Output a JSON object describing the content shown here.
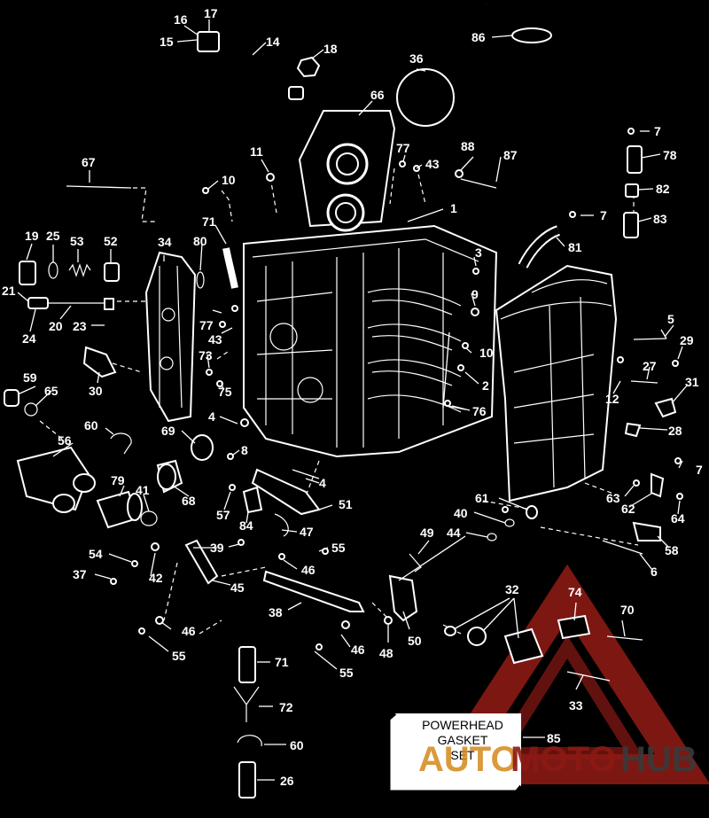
{
  "parts": [
    {
      "n": "1"
    },
    {
      "n": "2"
    },
    {
      "n": "3"
    },
    {
      "n": "4"
    },
    {
      "n": "4"
    },
    {
      "n": "5"
    },
    {
      "n": "6"
    },
    {
      "n": "7"
    },
    {
      "n": "7"
    },
    {
      "n": "7"
    },
    {
      "n": "8"
    },
    {
      "n": "9"
    },
    {
      "n": "10"
    },
    {
      "n": "10"
    },
    {
      "n": "11"
    },
    {
      "n": "12"
    },
    {
      "n": "14"
    },
    {
      "n": "15"
    },
    {
      "n": "16"
    },
    {
      "n": "17"
    },
    {
      "n": "18"
    },
    {
      "n": "19"
    },
    {
      "n": "20"
    },
    {
      "n": "21"
    },
    {
      "n": "23"
    },
    {
      "n": "24"
    },
    {
      "n": "25"
    },
    {
      "n": "26"
    },
    {
      "n": "27"
    },
    {
      "n": "28"
    },
    {
      "n": "29"
    },
    {
      "n": "30"
    },
    {
      "n": "31"
    },
    {
      "n": "32"
    },
    {
      "n": "33"
    },
    {
      "n": "34"
    },
    {
      "n": "36"
    },
    {
      "n": "37"
    },
    {
      "n": "38"
    },
    {
      "n": "39"
    },
    {
      "n": "40"
    },
    {
      "n": "41"
    },
    {
      "n": "42"
    },
    {
      "n": "43"
    },
    {
      "n": "43"
    },
    {
      "n": "44"
    },
    {
      "n": "45"
    },
    {
      "n": "46"
    },
    {
      "n": "46"
    },
    {
      "n": "46"
    },
    {
      "n": "47"
    },
    {
      "n": "48"
    },
    {
      "n": "49"
    },
    {
      "n": "50"
    },
    {
      "n": "51"
    },
    {
      "n": "52"
    },
    {
      "n": "53"
    },
    {
      "n": "54"
    },
    {
      "n": "55"
    },
    {
      "n": "55"
    },
    {
      "n": "55"
    },
    {
      "n": "56"
    },
    {
      "n": "57"
    },
    {
      "n": "58"
    },
    {
      "n": "59"
    },
    {
      "n": "60"
    },
    {
      "n": "60"
    },
    {
      "n": "61"
    },
    {
      "n": "62"
    },
    {
      "n": "63"
    },
    {
      "n": "64"
    },
    {
      "n": "65"
    },
    {
      "n": "66"
    },
    {
      "n": "67"
    },
    {
      "n": "68"
    },
    {
      "n": "69"
    },
    {
      "n": "70"
    },
    {
      "n": "71"
    },
    {
      "n": "71"
    },
    {
      "n": "72"
    },
    {
      "n": "73"
    },
    {
      "n": "74"
    },
    {
      "n": "75"
    },
    {
      "n": "76"
    },
    {
      "n": "77"
    },
    {
      "n": "77"
    },
    {
      "n": "78"
    },
    {
      "n": "79"
    },
    {
      "n": "80"
    },
    {
      "n": "81"
    },
    {
      "n": "82"
    },
    {
      "n": "83"
    },
    {
      "n": "84"
    },
    {
      "n": "85"
    },
    {
      "n": "86"
    },
    {
      "n": "87"
    },
    {
      "n": "88"
    }
  ],
  "gasket_box": {
    "line1": "POWERHEAD",
    "line2": "GASKET",
    "line3": "SET"
  },
  "watermark": {
    "part1": "AUTO",
    "part2": "MOTO",
    "part3": "HUB",
    "color_red": "#8b1a14",
    "color_orange": "#d4881a",
    "color_gray": "#3a3a3a"
  },
  "colors": {
    "background": "#000000",
    "line": "#ffffff"
  }
}
